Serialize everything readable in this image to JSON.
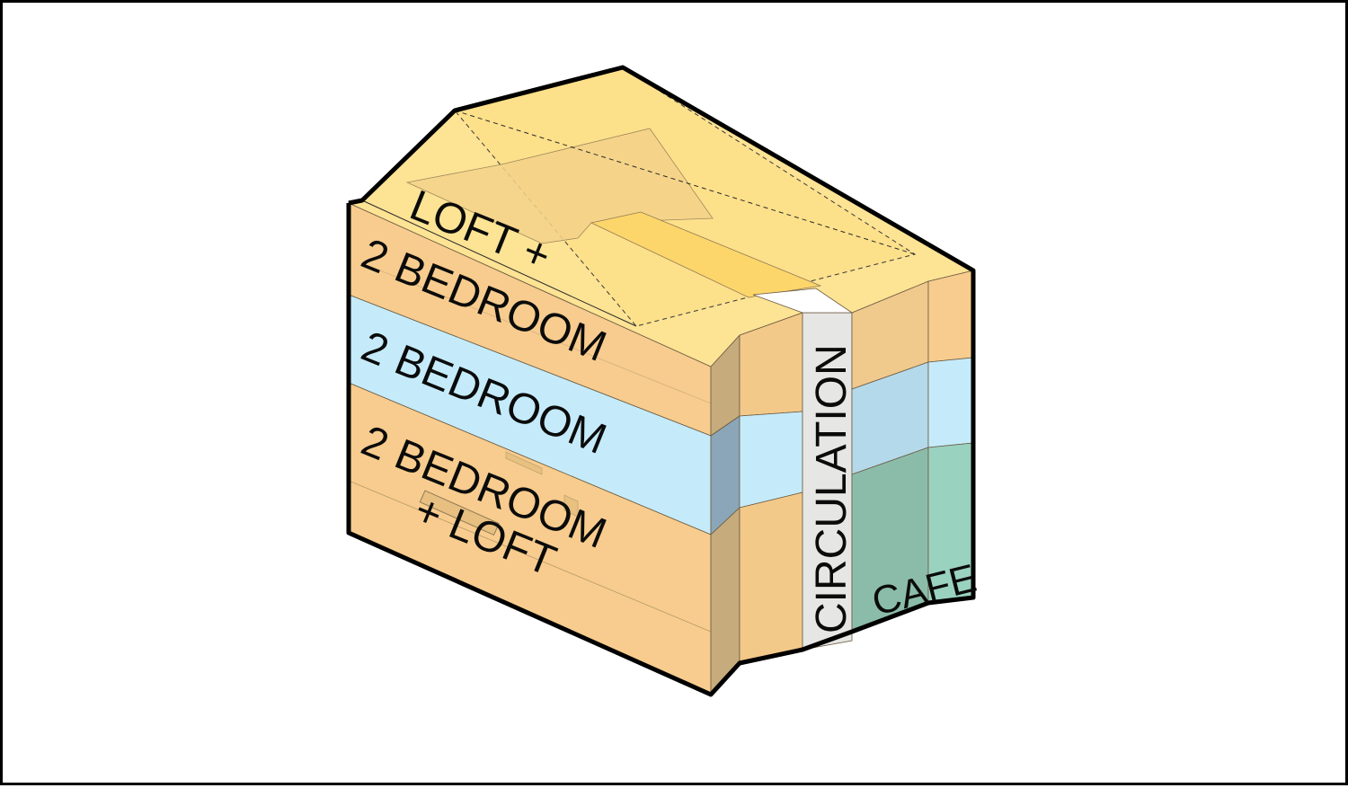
{
  "diagram": {
    "labels": {
      "top_line1": "LOFT +",
      "top_line2": "2 BEDROOM",
      "middle": "2 BEDROOM",
      "bottom_line1": "2 BEDROOM",
      "bottom_line2": "+ LOFT",
      "circulation": "CIRCULATION",
      "cafe": "CAFE"
    },
    "colors": {
      "apartment_orange": "#f7cc8e",
      "apartment_orange_side": "#f3c98a",
      "roof_yellow": "#fde394",
      "roof_highlight": "#fdd66b",
      "level_blue": "#c5ebfb",
      "level_blue_side": "#b4d9ea",
      "corner_dark": "#c6ab7c",
      "corner_blue_dark": "#8aa6b8",
      "circulation_gray": "#e6e6e4",
      "cafe_green": "#8bbca9",
      "cafe_green_light": "#9ad2c0",
      "outline": "#000000"
    }
  }
}
